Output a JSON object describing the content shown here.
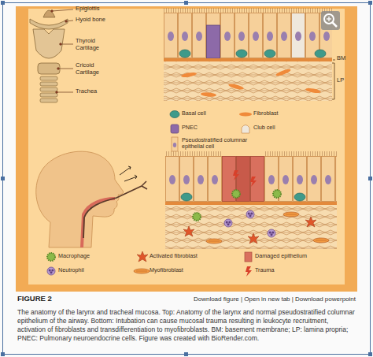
{
  "diagram": {
    "title": "FIGURE 2",
    "caption": "The anatomy of the larynx and tracheal mucosa. Top: Anatomy of the larynx and normal pseudostratified columnar epithelium of the airway. Bottom: Intubation can cause mucosal trauma resulting in leukocyte recruitment, activation of fibroblasts and transdifferentiation to myofibroblasts. BM: basement membrane; LP: lamina propria; PNEC: Pulmonary neuroendocrine cells. Figure was created with BioRender.com.",
    "labels": [
      "Epiglottis",
      "Hyoid bone",
      "Thyroid Cartilage",
      "Cricoid Cartilage",
      "Trachea",
      "BM",
      "LP",
      "Download figure | Open in new tab | Download powerpoint"
    ],
    "legend": [
      {
        "text": "Basal cell"
      },
      {
        "text": "Fibroblast"
      },
      {
        "text": "PNEC"
      },
      {
        "text": "Club cell"
      },
      {
        "text": "Pseudostratified columnar epithelial cell"
      },
      {
        "text": "Macrophage"
      },
      {
        "text": "Activated fibroblast"
      },
      {
        "text": "Damaged epithelium"
      },
      {
        "text": "Neutrophil"
      },
      {
        "text": "Myofibroblast"
      },
      {
        "text": "Trauma"
      }
    ]
  }
}
